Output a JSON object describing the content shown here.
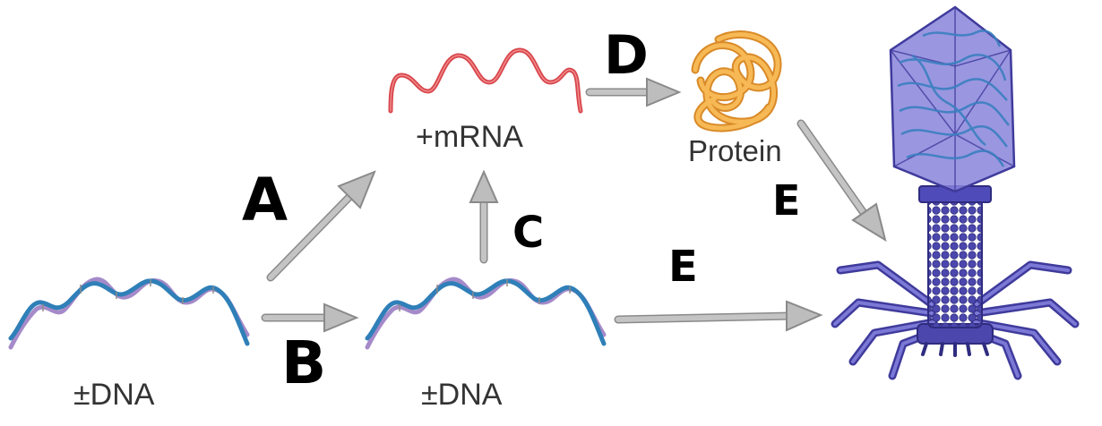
{
  "labels": {
    "dna_left": "±DNA",
    "dna_middle": "±DNA",
    "mrna": "+mRNA",
    "protein": "Protein"
  },
  "steps": {
    "a": "A",
    "b": "B",
    "c": "C",
    "d": "D",
    "e_upper": "E",
    "e_lower": "E"
  },
  "colors": {
    "dna_strand_blue": "#2f7fb8",
    "dna_strand_purple": "#a58ac9",
    "mrna_red": "#d8454a",
    "protein_orange": "#f2a23a",
    "arrow_gray": "#b9b9b9",
    "phage_blue": "#5a56c0"
  }
}
